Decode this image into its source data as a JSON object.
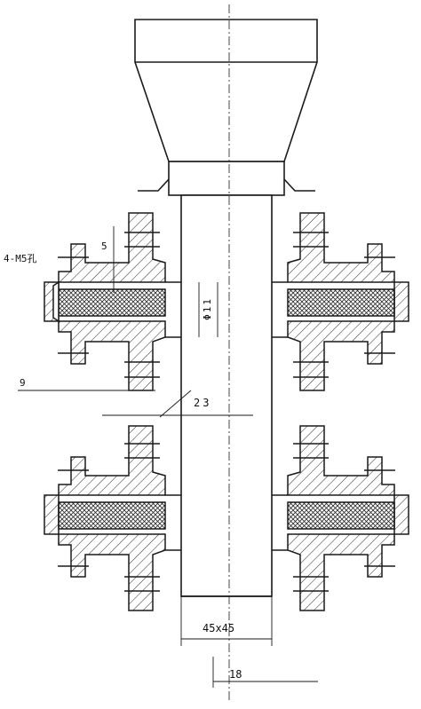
{
  "labels": {
    "hole_note": "4-M5孔",
    "dim_5": "5",
    "dim_9": "9",
    "dim_23": "23",
    "dim_phi11": "Φ11",
    "dim_45x45": "45x45",
    "dim_18": "18"
  },
  "colors": {
    "line": "#1a1a1a",
    "hatch": "#2a2a2a",
    "background": "#ffffff"
  }
}
